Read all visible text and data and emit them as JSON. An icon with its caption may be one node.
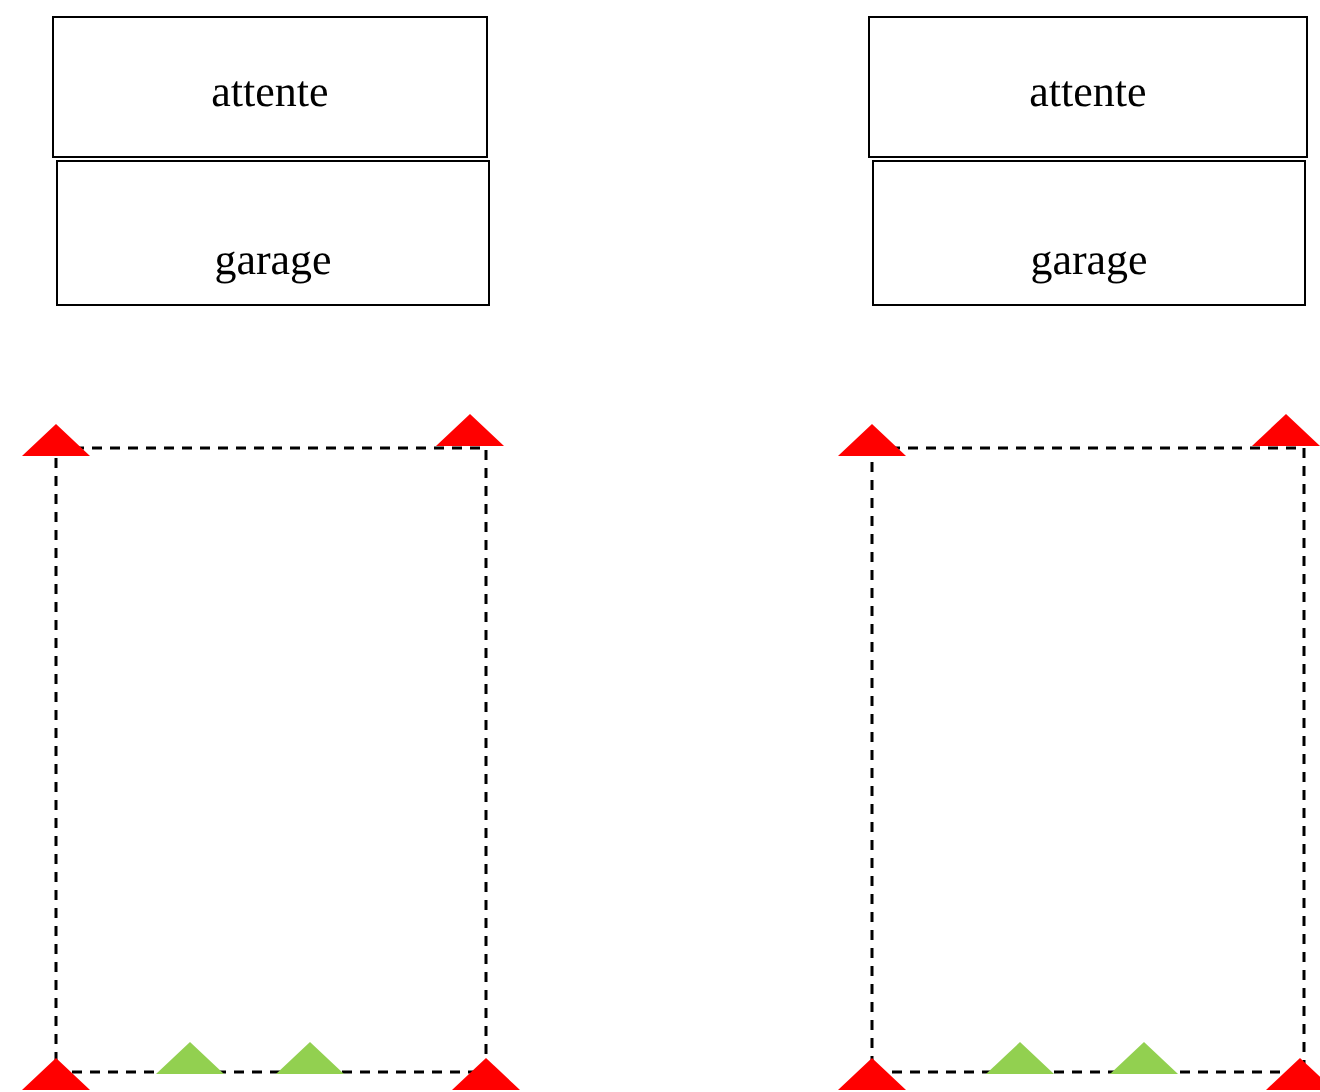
{
  "diagram": {
    "nodes": [
      {
        "text": [
          "attente"
        ]
      },
      {
        "text": [
          "garage"
        ]
      },
      {
        "text": [
          "attente"
        ]
      },
      {
        "text": [
          "garage"
        ]
      }
    ]
  }
}
